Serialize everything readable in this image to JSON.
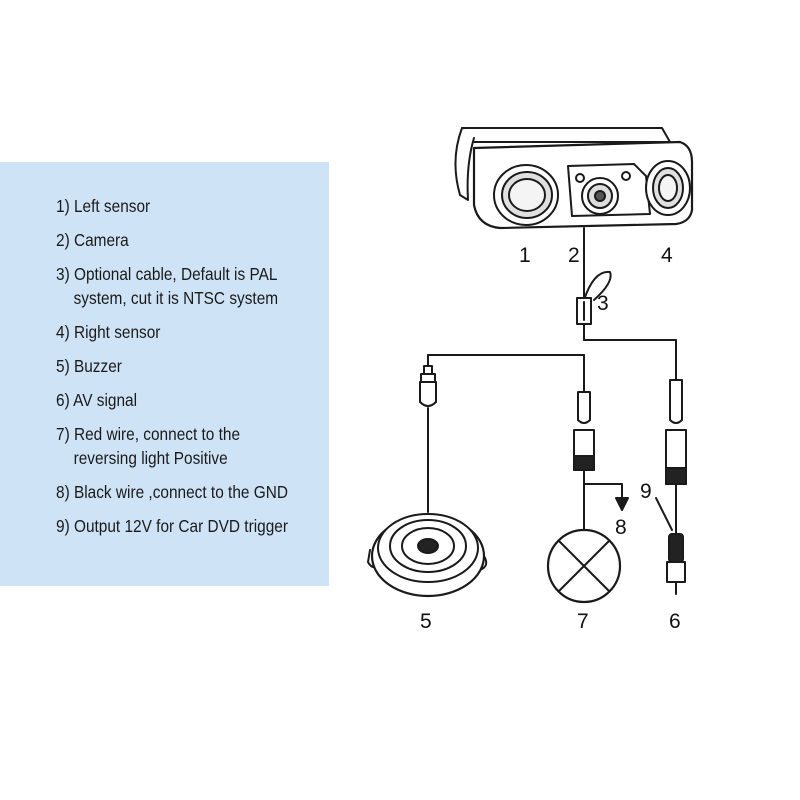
{
  "legend": {
    "items": [
      [
        "1) Left sensor"
      ],
      [
        "2) Camera"
      ],
      [
        "3) Optional cable, Default is PAL",
        "system, cut it is NTSC system"
      ],
      [
        "4) Right sensor"
      ],
      [
        "5) Buzzer"
      ],
      [
        "6) AV signal"
      ],
      [
        "7) Red wire, connect to the",
        "reversing light Positive"
      ],
      [
        "8) Black wire ,connect to the GND"
      ],
      [
        "9) Output 12V for Car DVD trigger"
      ]
    ]
  },
  "callouts": {
    "n1": "1",
    "n2": "2",
    "n3": "3",
    "n4": "4",
    "n5": "5",
    "n6": "6",
    "n7": "7",
    "n8": "8",
    "n9": "9"
  },
  "colors": {
    "panel": "#cfe3f7",
    "line": "#1a1a1a"
  }
}
